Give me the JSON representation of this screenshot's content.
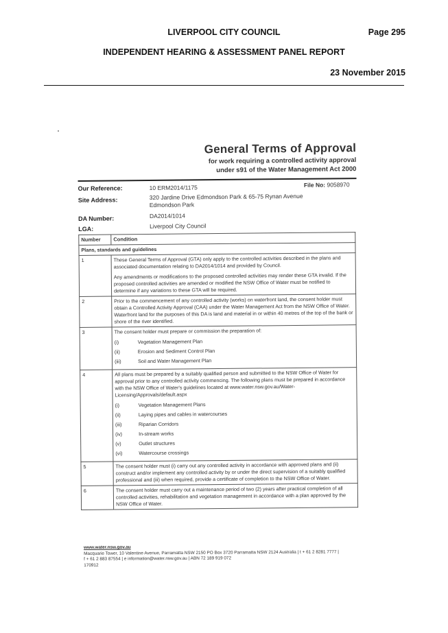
{
  "header": {
    "council": "LIVERPOOL CITY COUNCIL",
    "page": "Page 295",
    "panel": "INDEPENDENT HEARING & ASSESSMENT PANEL REPORT",
    "date": "23 November 2015"
  },
  "doc": {
    "title": "General Terms of Approval",
    "subtitle1": "for work requiring a controlled activity approval",
    "subtitle2": "under s91 of the Water Management Act 2000",
    "our_reference_label": "Our Reference:",
    "our_reference": "10 ERM2014/1175",
    "file_no_label": "File No:",
    "file_no": "9058970",
    "site_address_label": "Site Address:",
    "site_address_1": "320 Jardine Drive Edmondson Park & 65-75 Rynan Avenue",
    "site_address_2": "Edmondson Park",
    "da_number_label": "DA Number:",
    "da_number": "DA2014/1014",
    "lga_label": "LGA:",
    "lga": "Liverpool City Council"
  },
  "table": {
    "col_number": "Number",
    "col_condition": "Condition",
    "section": "Plans, standards and guidelines",
    "rows": [
      {
        "num": "1",
        "paras": [
          "These General Terms of Approval (GTA) only apply to the controlled activities described in the plans and associated documentation relating to DA2014/1014 and provided by Council.",
          "Any amendments or modifications to the proposed controlled activities may render these GTA invalid. If the proposed controlled activities are amended or modified the NSW Office of Water must be notified to determine if any variations to these GTA will be required."
        ]
      },
      {
        "num": "2",
        "paras": [
          "Prior to the commencement of any controlled activity (works) on waterfront land, the consent holder must obtain a Controlled Activity Approval (CAA) under the Water Management Act from the NSW Office of Water. Waterfront land for the purposes of this DA is land and material in or within 40 metres of the top of the bank or shore of the river identified."
        ]
      },
      {
        "num": "3",
        "paras": [
          "The consent holder must prepare or commission the preparation of:"
        ],
        "items": [
          {
            "n": "(i)",
            "t": "Vegetation Management Plan"
          },
          {
            "n": "(ii)",
            "t": "Erosion and Sediment Control Plan"
          },
          {
            "n": "(iii)",
            "t": "Soil and Water Management Plan"
          }
        ]
      },
      {
        "num": "4",
        "paras": [
          "All plans must be prepared by a suitably qualified person and submitted to the NSW Office of Water for approval prior to any controlled activity commencing. The following plans must be prepared in accordance with the NSW Office of Water's guidelines located at www.water.nsw.gov.au/Water-Licensing/Approvals/default.aspx"
        ],
        "items": [
          {
            "n": "(i)",
            "t": "Vegetation Management Plans"
          },
          {
            "n": "(ii)",
            "t": "Laying pipes and cables in watercourses"
          },
          {
            "n": "(iii)",
            "t": "Riparian Corridors"
          },
          {
            "n": "(iv)",
            "t": "In-stream works"
          },
          {
            "n": "(v)",
            "t": "Outlet structures"
          },
          {
            "n": "(vi)",
            "t": "Watercourse crossings"
          }
        ]
      },
      {
        "num": "5",
        "paras": [
          "The consent holder must (i) carry out any controlled activity in accordance with approved plans and (ii) construct and/or implement any controlled activity by or under the direct supervision of a suitably qualified professional and (iii) when required, provide a certificate of completion to the NSW Office of Water."
        ]
      },
      {
        "num": "6",
        "paras": [
          "The consent holder must carry out a maintenance period of two (2) years after practical completion of all controlled activities, rehabilitation and vegetation management in accordance with a plan approved by the NSW Office of Water."
        ]
      }
    ]
  },
  "footer": {
    "url": "www.water.nsw.gov.au",
    "line1": "Macquarie Tower, 10 Valentine Avenue, Parramatta NSW 2150   PO Box 3720 Parramatta NSW 2124 Australia |  t + 61 2 8281 7777  |",
    "line2": "f + 61 2 883 87554    |  e information@water.nsw.gov.au  |  ABN 72 189 919 072",
    "line3": "170912"
  }
}
